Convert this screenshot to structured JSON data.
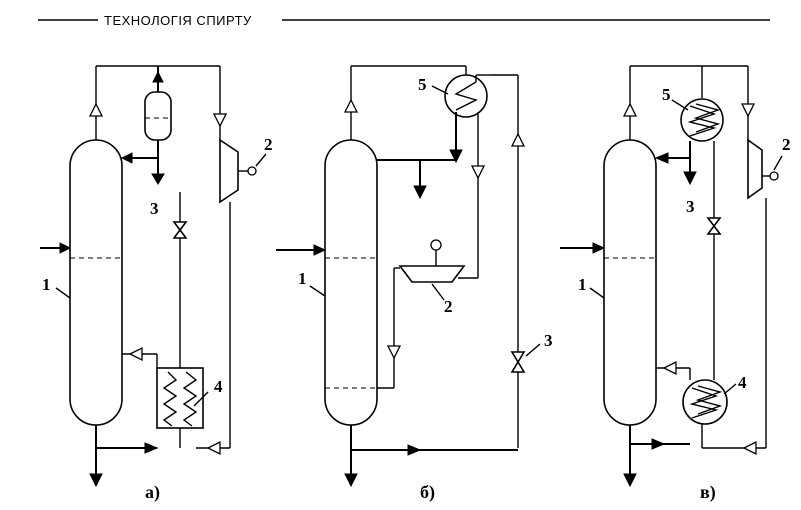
{
  "header": {
    "running_title": "ТЕХНОЛОГІЯ СПИРТУ"
  },
  "schemes": [
    {
      "caption": "а)",
      "labels": {
        "column": "1",
        "compressor": "2",
        "valve": "3",
        "heat_exchanger": "4"
      }
    },
    {
      "caption": "б)",
      "labels": {
        "column": "1",
        "compressor": "2",
        "valve": "3",
        "condenser": "5"
      }
    },
    {
      "caption": "в)",
      "labels": {
        "column": "1",
        "compressor": "2",
        "valve": "3",
        "reboiler": "4",
        "condenser": "5"
      }
    }
  ]
}
